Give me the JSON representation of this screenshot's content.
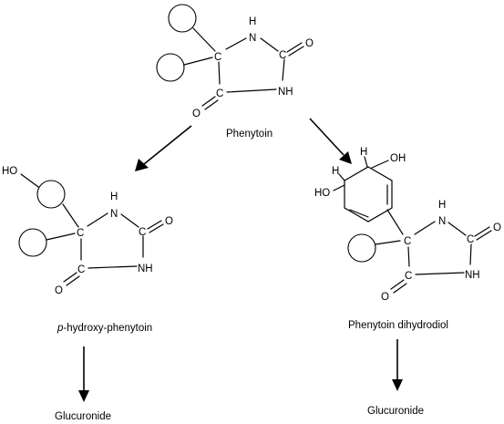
{
  "molecules": {
    "phenytoin": {
      "name": "Phenytoin",
      "atoms": {
        "c5": "C",
        "c2": "C",
        "c4": "C",
        "n1": "N",
        "h1": "H",
        "n3": "NH",
        "o2": "O",
        "o4": "O"
      }
    },
    "hydroxy": {
      "name_prefix": "p",
      "name_rest": "-hydroxy-phenytoin",
      "atoms": {
        "ho": "HO",
        "c5": "C",
        "c2": "C",
        "c4": "C",
        "n1": "N",
        "h1": "H",
        "n3": "NH",
        "o2": "O",
        "o4": "O"
      }
    },
    "diol": {
      "name": "Phenytoin dihydrodiol",
      "atoms": {
        "h_top": "H",
        "oh_top": "OH",
        "h_mid": "H",
        "ho_left": "HO",
        "c5": "C",
        "c2": "C",
        "c4": "C",
        "n1": "N",
        "h1": "H",
        "n3": "NH",
        "o2": "O",
        "o4": "O"
      }
    }
  },
  "products": {
    "left": "Glucuronide",
    "right": "Glucuronide"
  },
  "icons": {
    "arrows": [
      "arrow-down-left-icon",
      "arrow-down-right-icon",
      "arrow-down-icon",
      "arrow-down-icon"
    ]
  }
}
